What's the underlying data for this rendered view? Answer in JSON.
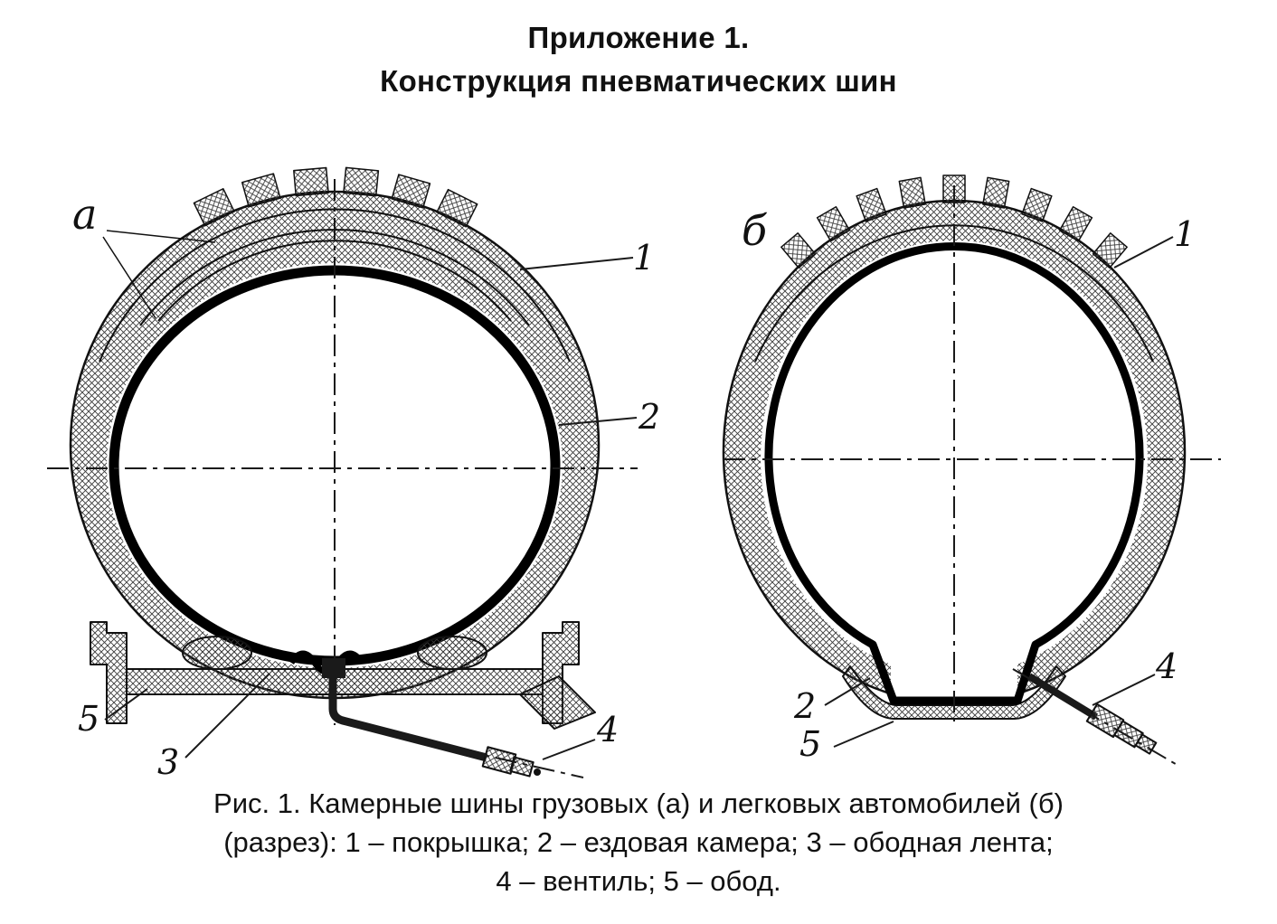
{
  "header": {
    "line1": "Приложение 1.",
    "line2": "Конструкция пневматических шин"
  },
  "figure": {
    "label_a": "а",
    "label_b": "б",
    "callouts": {
      "a1": "1",
      "a2": "2",
      "a3": "3",
      "a4": "4",
      "a5": "5",
      "b1": "1",
      "b2": "2",
      "b4": "4",
      "b5": "5"
    }
  },
  "caption": {
    "line1": "Рис. 1. Камерные шины грузовых (а) и легковых автомобилей (б)",
    "line2": "(разрез): 1 – покрышка; 2 – ездовая камера; 3 – ободная лента;",
    "line3": "4 – вентиль; 5 – обод."
  }
}
